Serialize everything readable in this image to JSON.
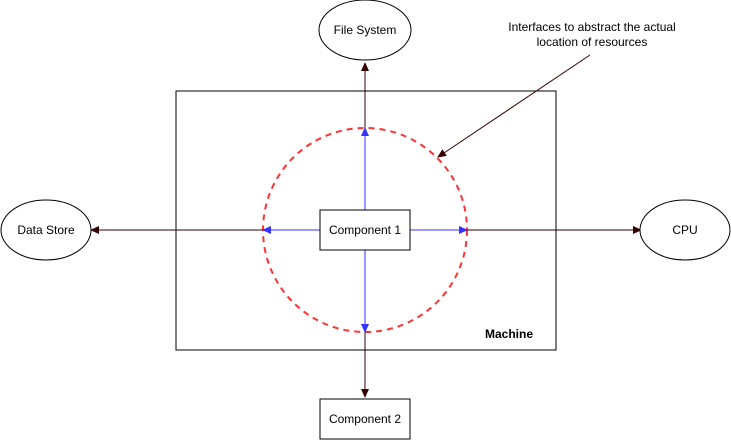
{
  "diagram": {
    "nodes": {
      "file_system": "File System",
      "data_store": "Data Store",
      "cpu": "CPU",
      "component_1": "Component 1",
      "component_2": "Component 2",
      "machine": "Machine"
    },
    "annotation": {
      "line1": "Interfaces to abstract the actual",
      "line2": "location of resources"
    },
    "colors": {
      "outer_arrow": "#330000",
      "inner_arrow": "#3333ff",
      "dashed_circle": "#ff3333",
      "stroke": "#000000"
    }
  }
}
